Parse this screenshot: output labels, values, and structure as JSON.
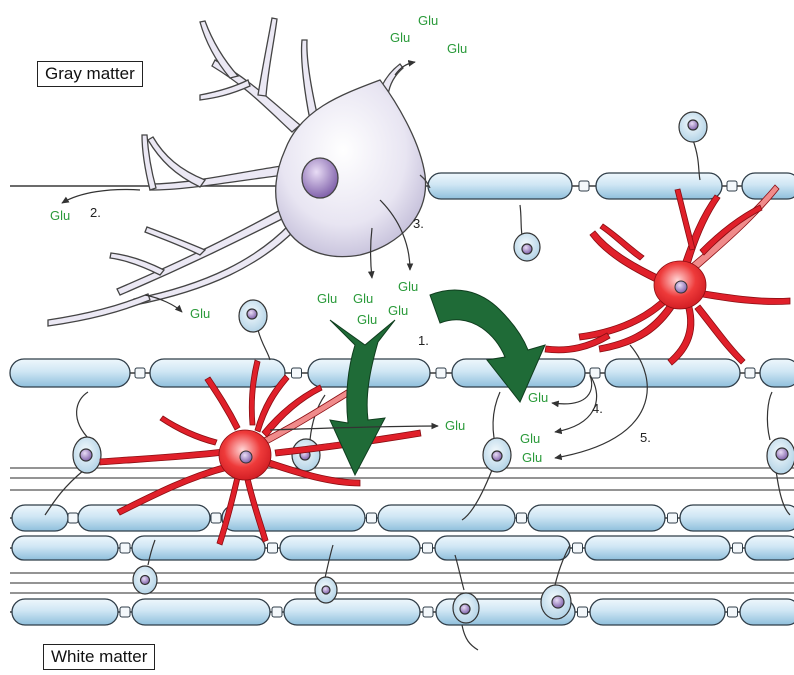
{
  "labels": {
    "gray_matter": "Gray matter",
    "white_matter": "White matter"
  },
  "glu": "Glu",
  "steps": [
    "1.",
    "2.",
    "3.",
    "4.",
    "5."
  ],
  "colors": {
    "glu_text": "#2a9a3a",
    "axon_fill": "#cfe6f4",
    "neuron_fill": "#e9e6f3",
    "astrocyte_red": "#e0202a",
    "arrow_green": "#1f6b37"
  }
}
